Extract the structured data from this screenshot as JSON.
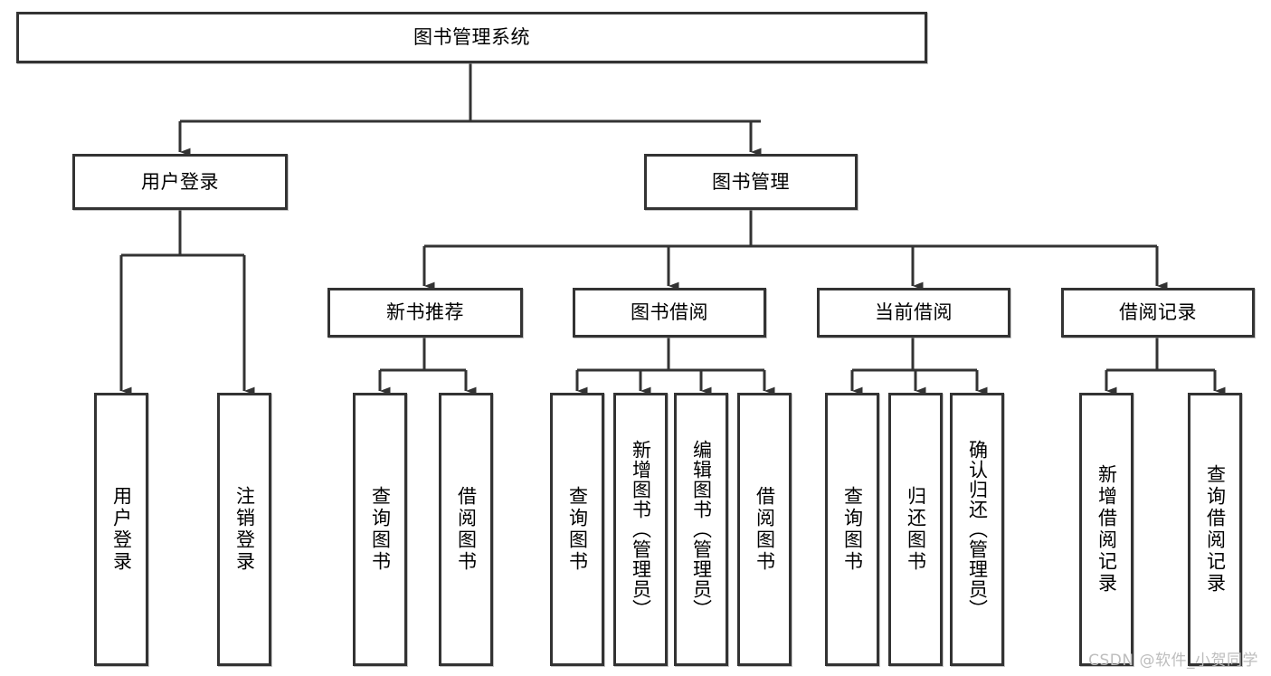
{
  "diagram": {
    "type": "tree",
    "title": "图书管理系统",
    "root": {
      "id": "root",
      "label": "图书管理系统"
    },
    "level1": [
      {
        "id": "user-login",
        "label": "用户登录"
      },
      {
        "id": "book-manage",
        "label": "图书管理"
      }
    ],
    "level2": [
      {
        "id": "new-book-rec",
        "label": "新书推荐",
        "parent": "book-manage"
      },
      {
        "id": "book-borrow",
        "label": "图书借阅",
        "parent": "book-manage"
      },
      {
        "id": "current-borrow",
        "label": "当前借阅",
        "parent": "book-manage"
      },
      {
        "id": "borrow-record",
        "label": "借阅记录",
        "parent": "book-manage"
      }
    ],
    "leaves": [
      {
        "id": "leaf-user-login",
        "label": "用户登录",
        "parent": "user-login"
      },
      {
        "id": "leaf-user-logout",
        "label": "注销登录",
        "parent": "user-login"
      },
      {
        "id": "leaf-query-book-1",
        "label": "查询图书",
        "parent": "new-book-rec"
      },
      {
        "id": "leaf-borrow-book-1",
        "label": "借阅图书",
        "parent": "new-book-rec"
      },
      {
        "id": "leaf-query-book-2",
        "label": "查询图书",
        "parent": "book-borrow"
      },
      {
        "id": "leaf-add-book",
        "label": "新增图书（管理员）",
        "parent": "book-borrow"
      },
      {
        "id": "leaf-edit-book",
        "label": "编辑图书（管理员）",
        "parent": "book-borrow"
      },
      {
        "id": "leaf-borrow-book-2",
        "label": "借阅图书",
        "parent": "book-borrow"
      },
      {
        "id": "leaf-query-book-3",
        "label": "查询图书",
        "parent": "current-borrow"
      },
      {
        "id": "leaf-return-book",
        "label": "归还图书",
        "parent": "current-borrow"
      },
      {
        "id": "leaf-confirm-return",
        "label": "确认归还（管理员）",
        "parent": "current-borrow"
      },
      {
        "id": "leaf-add-record",
        "label": "新增借阅记录",
        "parent": "borrow-record"
      },
      {
        "id": "leaf-query-record",
        "label": "查询借阅记录",
        "parent": "borrow-record"
      }
    ]
  },
  "watermark": {
    "text": "CSDN @软件_小贺同学"
  },
  "colors": {
    "border": "#333333",
    "background": "#ffffff",
    "text": "#000000",
    "watermark": "#bdbdbd"
  }
}
